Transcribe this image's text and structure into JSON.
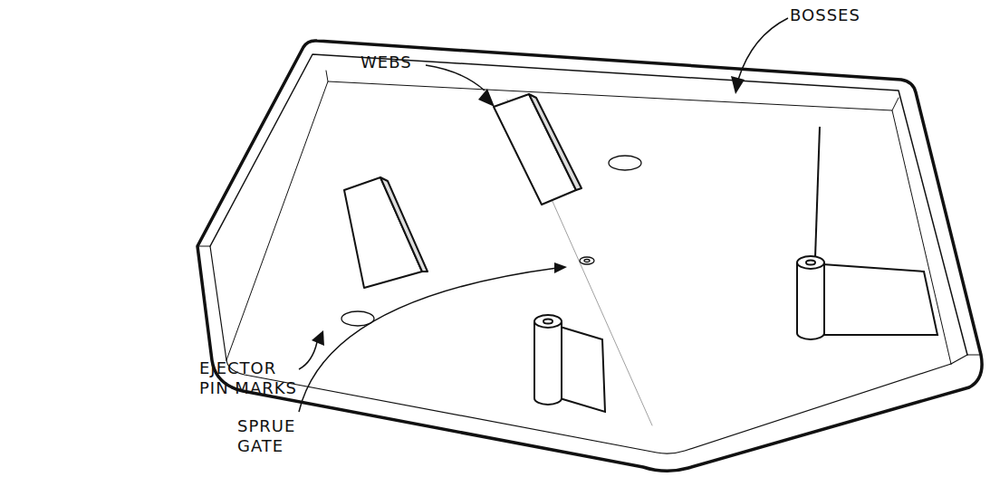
{
  "diagram": {
    "labels": [
      "WEBS",
      "BOSSES",
      "EJECTOR PIN MARKS",
      "SPRUE GATE"
    ]
  }
}
